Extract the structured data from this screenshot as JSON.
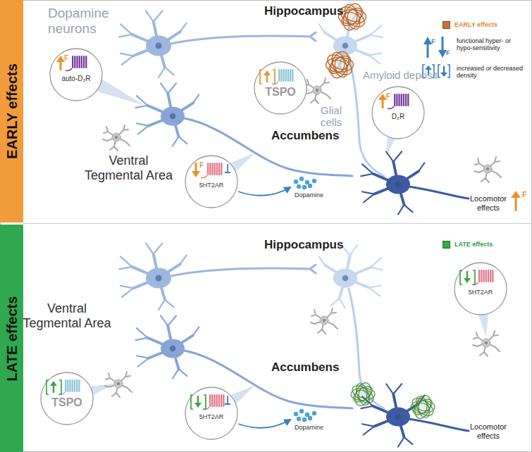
{
  "diagram": {
    "nodes": [
      {
        "text": [
          "EARLY effects"
        ]
      },
      {
        "text": [
          "F",
          "auto-D₂R"
        ]
      },
      {
        "text": [
          "TSPO"
        ]
      },
      {
        "text": [
          "F",
          "D₂R"
        ]
      },
      {
        "text": [
          "F",
          "5HT2AR"
        ]
      },
      {
        "text": [
          "LATE effects"
        ]
      },
      {
        "text": [
          "5HT2AR"
        ]
      },
      {
        "text": [
          "TSPO"
        ]
      },
      {
        "text": [
          "5HT2AR"
        ]
      }
    ],
    "labels": [
      "Dopamine neurons",
      "Hippocampus",
      "Glial cells",
      "Amyloid deposit",
      "Ventral Tegmental Area",
      "Accumbens",
      "Dopamine",
      "Locomotor effects",
      "F",
      "F",
      "F",
      "Hippocampus",
      "Ventral Tegmental Area",
      "Accumbens",
      "Dopamine",
      "Locomotor effects"
    ],
    "legend": [
      {
        "text": "EARLY effects",
        "color": "#c8733a"
      },
      {
        "text": "functional hyper- or hypo-sensitivity"
      },
      {
        "text": "increased or decreased density"
      },
      {
        "text": "LATE effects",
        "color": "#3aaa4a"
      }
    ]
  }
}
